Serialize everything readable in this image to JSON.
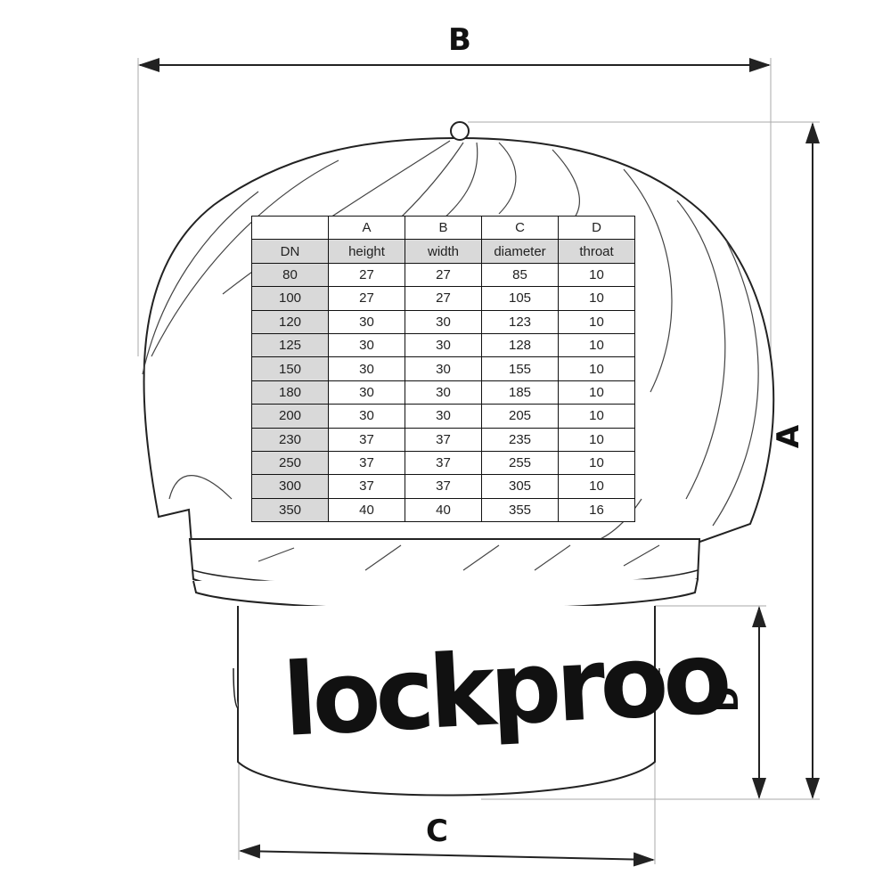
{
  "dimension_labels": {
    "A": "A",
    "B": "B",
    "C": "C",
    "D": "D"
  },
  "logo_text": "lockproo",
  "table": {
    "header_letters": [
      "",
      "A",
      "B",
      "C",
      "D"
    ],
    "header_names": [
      "DN",
      "height",
      "width",
      "diameter",
      "throat"
    ],
    "rows": [
      [
        "80",
        "27",
        "27",
        "85",
        "10"
      ],
      [
        "100",
        "27",
        "27",
        "105",
        "10"
      ],
      [
        "120",
        "30",
        "30",
        "123",
        "10"
      ],
      [
        "125",
        "30",
        "30",
        "128",
        "10"
      ],
      [
        "150",
        "30",
        "30",
        "155",
        "10"
      ],
      [
        "180",
        "30",
        "30",
        "185",
        "10"
      ],
      [
        "200",
        "30",
        "30",
        "205",
        "10"
      ],
      [
        "230",
        "37",
        "37",
        "235",
        "10"
      ],
      [
        "250",
        "37",
        "37",
        "255",
        "10"
      ],
      [
        "300",
        "37",
        "37",
        "305",
        "10"
      ],
      [
        "350",
        "40",
        "40",
        "355",
        "16"
      ]
    ]
  }
}
